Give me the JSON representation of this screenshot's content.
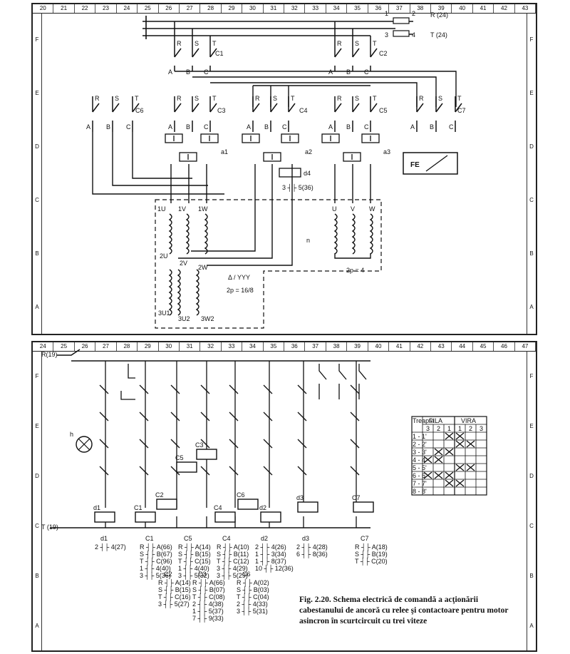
{
  "top_ruler": [
    "20",
    "21",
    "22",
    "23",
    "24",
    "25",
    "26",
    "27",
    "28",
    "29",
    "30",
    "31",
    "32",
    "33",
    "34",
    "35",
    "36",
    "37",
    "38",
    "39",
    "40",
    "41",
    "42",
    "43"
  ],
  "bottom_ruler": [
    "24",
    "25",
    "26",
    "27",
    "28",
    "29",
    "30",
    "31",
    "32",
    "33",
    "34",
    "35",
    "36",
    "37",
    "38",
    "39",
    "40",
    "41",
    "42",
    "43",
    "44",
    "45",
    "46",
    "47"
  ],
  "row_letters": [
    "F",
    "E",
    "D",
    "C",
    "B",
    "A"
  ],
  "power": {
    "phases": [
      "R",
      "S",
      "T"
    ],
    "line_R": "R (24)",
    "line_T": "T (24)",
    "fuse_1": "1",
    "fuse_2": "2",
    "fuse_3": "3",
    "fuse_4": "4",
    "contactors_top": [
      "C1",
      "C2"
    ],
    "contactors_mid": [
      "C6",
      "C3",
      "C4",
      "C5",
      "C7"
    ],
    "auxiliaries": [
      "a1",
      "a2",
      "a3",
      "d4"
    ],
    "d4_contact": "3 ┤├ 5(36)",
    "protection": "FE",
    "winding_labels": [
      "1U",
      "1V",
      "1W",
      "2U",
      "2V",
      "2W",
      "3U1",
      "3U2",
      "3W2",
      "U",
      "V",
      "W"
    ],
    "motor_note_1": "Δ / YYY",
    "motor_note_2": "2p = 16/8",
    "motor_note_3": "2p = 4",
    "motor_letter": "n"
  },
  "control": {
    "supply_R": "R(19)",
    "supply_T": "T (19)",
    "lamp": "h",
    "coils": [
      "d1",
      "C1",
      "C5",
      "C4",
      "C6",
      "d2",
      "d3",
      "C7"
    ],
    "coil_labels_top": [
      "d1",
      "C1",
      "C2",
      "C5",
      "C3",
      "C4",
      "C6",
      "d2",
      "d3",
      "C7",
      "C3",
      "C4",
      "C5"
    ],
    "columns": [
      {
        "title": "d1",
        "lines": [
          "2 ┤├ 4(27)"
        ]
      },
      {
        "title": "C1",
        "lines": [
          "R ┤├ A(66)",
          "S ┤├ B(67)",
          "T ┤├ C(96)",
          "1 ┤├ 4(40)",
          "3 ┤├ 5(36)"
        ]
      },
      {
        "title": "C5",
        "lines": [
          "R ┤├ A(14)",
          "S ┤├ B(15)",
          "T ┤├ C(15)",
          "1 ┤├ 4(40)",
          "3 ┤├ 5(32)"
        ]
      },
      {
        "title": "C4",
        "lines": [
          "R ┤├ A(10)",
          "S ┤├ B(11)",
          "T ┤├ C(12)",
          "3 ┤├ 4(29)",
          "3 ┤├ 5(29)"
        ]
      },
      {
        "title": "d2",
        "lines": [
          "2 ┤├ 4(26)",
          "1 ┤├ 3(34)",
          "1 ┤├ 8(37)",
          "10 ┤├ 12(36)"
        ]
      },
      {
        "title": "d3",
        "lines": [
          "2 ┤├ 4(28)",
          "6 ┤├ 8(36)"
        ]
      },
      {
        "title": "C7",
        "lines": [
          "R ┤├ A(18)",
          "S ┤├ B(19)",
          "T ┤├ C(20)"
        ]
      },
      {
        "title": "C2",
        "lines": [
          "R ┤├ A(14)",
          "S ┤├ B(15)",
          "T ┤├ C(16)",
          "3 ┤├ 5(27)"
        ]
      },
      {
        "title": "C3",
        "lines": [
          "R ┤├ A(66)",
          "S ┤├ B(07)",
          "T ┤├ C(08)",
          "2 ┤├ 4(38)",
          "1 ┤├ 5(37)",
          "7 ┤├ 9(33)"
        ]
      },
      {
        "title": "C6",
        "lines": [
          "R ┤├ A(02)",
          "S ┤├ B(03)",
          "T ┤├ C(04)",
          "2 ┤├ 4(33)",
          "3 ┤├ 5(31)"
        ]
      }
    ],
    "table_header_left": "Treapta",
    "table_header_fila": "FILA",
    "table_header_vira": "VIRA",
    "table_sub": [
      "3",
      "2",
      "1",
      "1",
      "2",
      "3"
    ],
    "table_rows": [
      "1 - 1'",
      "2 - 2'",
      "3 - 3'",
      "4 - 4'",
      "5 - 5'",
      "6 - 6'",
      "7 - 7'",
      "8 - 8'"
    ]
  },
  "caption": "Fig. 2.20. Schema electrică de comandă a acţionării cabestanului de ancoră cu relee şi contactoare pentru motor asincron în scurtcircuit cu trei viteze"
}
